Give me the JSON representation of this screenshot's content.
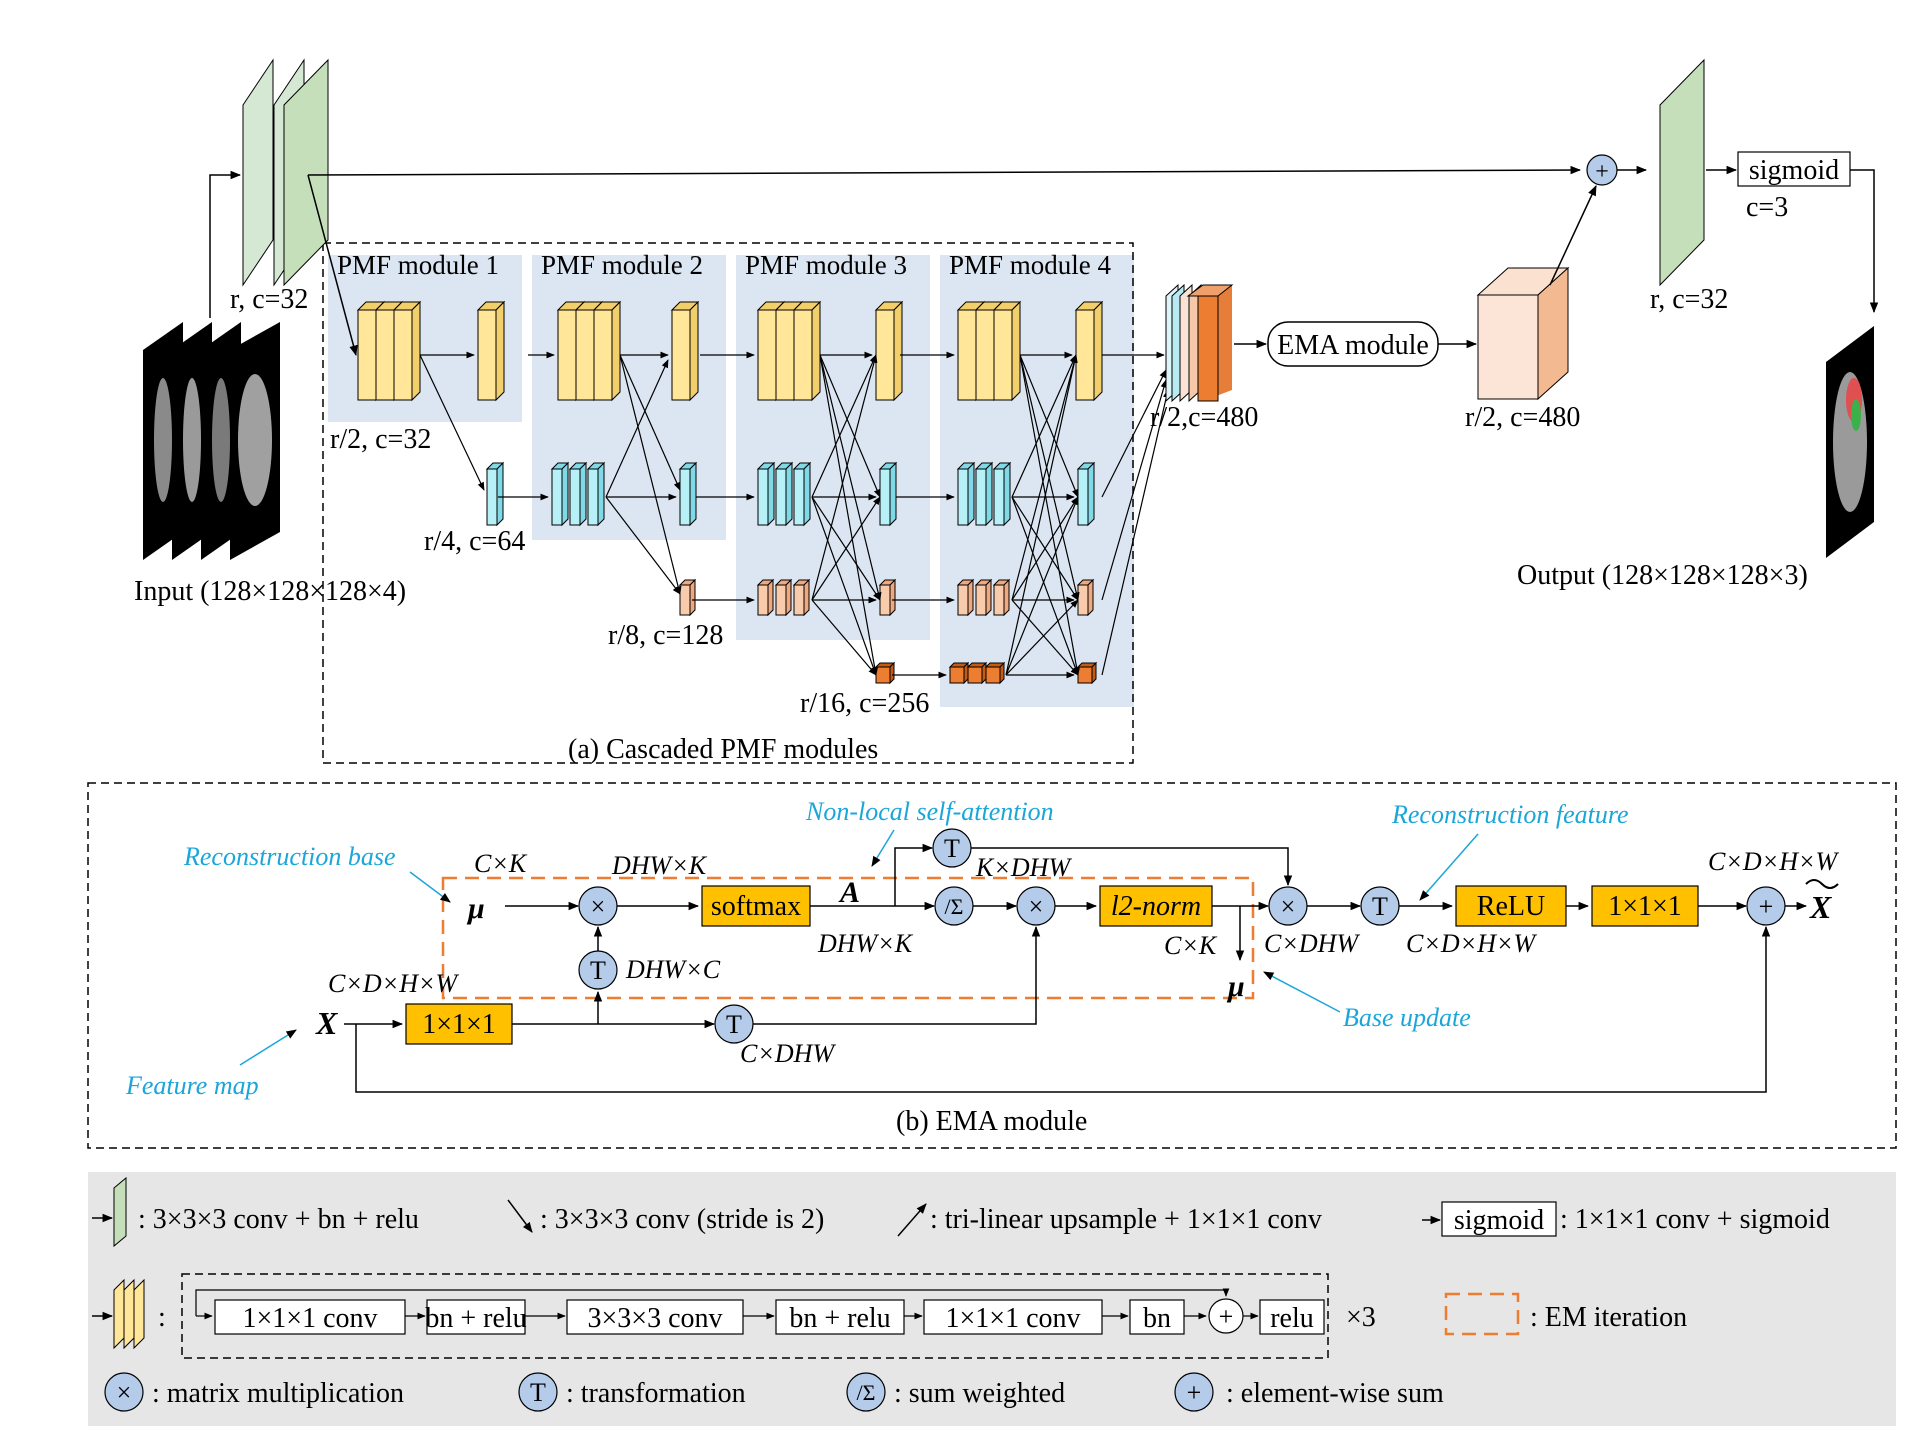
{
  "top": {
    "input_label": "Input (128×128×128×4)",
    "output_label": "Output  (128×128×128×3)",
    "enc_label": "r, c=32",
    "dec_label": "r, c=32",
    "sigmoid": "sigmoid",
    "c3": "c=3",
    "pmf_titles": [
      "PMF module 1",
      "PMF module 2",
      "PMF module 3",
      "PMF module 4"
    ],
    "scale_labels": [
      "r/2, c=32",
      "r/4, c=64",
      "r/8, c=128",
      "r/16, c=256"
    ],
    "concat_label": "r/2,c=480",
    "ema_box": "EMA module",
    "ema_out_label": "r/2, c=480",
    "caption_a": "(a) Cascaded PMF modules"
  },
  "ema": {
    "caption_b": "(b) EMA module",
    "nonlocal": "Non-local self-attention",
    "recon_base": "Reconstruction base",
    "recon_feature": "Reconstruction feature",
    "base_update": "Base update",
    "feature_map": "Feature map",
    "mu": "μ",
    "X": "X",
    "A": "A",
    "Xt": "X",
    "softmax": "softmax",
    "l2norm": "l2-norm",
    "relu": "ReLU",
    "conv111": "1×1×1",
    "T": "T",
    "times": "×",
    "plus": "+",
    "sumw": "/Σ",
    "dims": {
      "CK1": "C×K",
      "DHWK1": "DHW×K",
      "KDHW": "K×DHW",
      "DHWK2": "DHW×K",
      "CK2": "C×K",
      "CDHW1": "C×DHW",
      "CDHW_out": "C×D×H×W",
      "CDHW_final": "C×D×H×W",
      "DHWC": "DHW×C",
      "CDHW_in": "C×D×H×W",
      "CDHW2": "C×DHW"
    }
  },
  "legend": {
    "green": ": 3×3×3 conv + bn + relu",
    "down": ": 3×3×3 conv (stride is 2)",
    "up": ": tri-linear upsample + 1×1×1 conv",
    "sigmoid_box": "sigmoid",
    "sigmoid_text": ": 1×1×1 conv + sigmoid",
    "block": [
      "1×1×1 conv",
      "bn + relu",
      "3×3×3 conv",
      "bn + relu",
      "1×1×1 conv",
      "bn",
      "+",
      "relu"
    ],
    "times3": "×3",
    "em_iter": ": EM iteration",
    "matmul": ": matrix multiplication",
    "transform": ": transformation",
    "sumw": ": sum weighted",
    "ewsum": ": element-wise sum",
    "colon": ":"
  }
}
